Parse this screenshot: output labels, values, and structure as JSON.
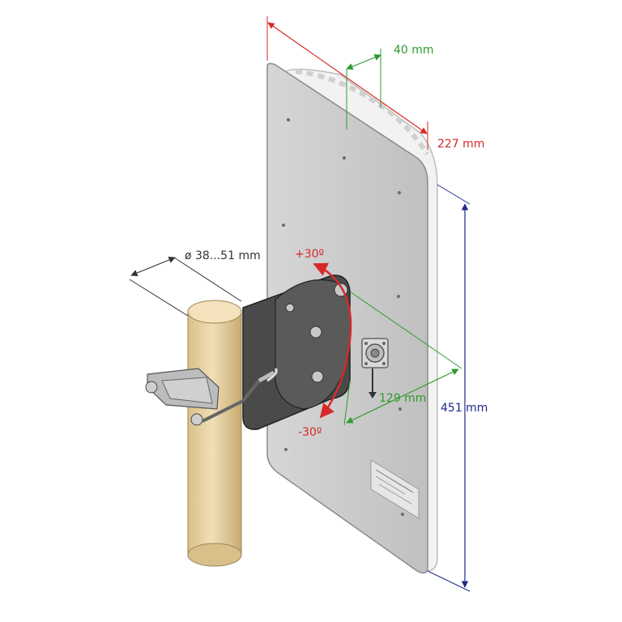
{
  "labels": {
    "depth_offset": "40 mm",
    "depth": "227 mm",
    "pole_diameter": "ø 38...51 mm",
    "tilt_up": "+30º",
    "tilt_down": "-30º",
    "width": "129 mm",
    "height": "451 mm"
  },
  "colors": {
    "depth": "#d62a2a",
    "height": "#1f2a8c",
    "width_green": "#2e9a2e",
    "tilt": "#d62a2a",
    "dim_gray": "#333333",
    "panel": "#c9c9c9",
    "panel_edge": "#8a8a8a",
    "pole": "#e9d3a4",
    "bracket": "#4a4a4a",
    "clamp": "#b8b8b8"
  },
  "icons": {
    "connector": "n-type-connector-icon",
    "arrow": "tilt-arc-arrow-icon"
  }
}
